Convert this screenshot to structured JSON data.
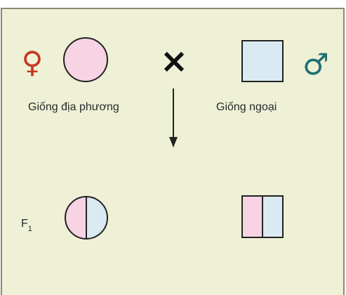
{
  "parents": {
    "female": {
      "symbol": "♀",
      "label": "Giống địa phương"
    },
    "male": {
      "symbol": "♂",
      "label": "Giống ngoại"
    },
    "cross": "×"
  },
  "offspring": {
    "generation_label": "F",
    "generation_subscript": "1"
  },
  "colors": {
    "panel_background": "#eef1d6",
    "panel_border": "#8a8a70",
    "female_fill": "#f7d3e4",
    "male_fill": "#d9eaf2",
    "female_symbol": "#c4381f",
    "male_symbol": "#1f6e72",
    "stroke": "#222222"
  }
}
